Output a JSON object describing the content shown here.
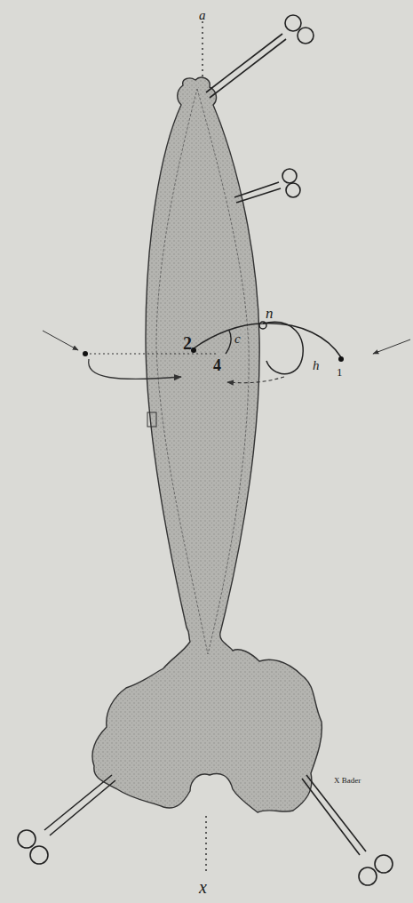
{
  "diagram": {
    "labels": [
      "a",
      "2",
      "n",
      "c",
      "4",
      "h",
      "1",
      "x",
      "X Bader"
    ]
  }
}
